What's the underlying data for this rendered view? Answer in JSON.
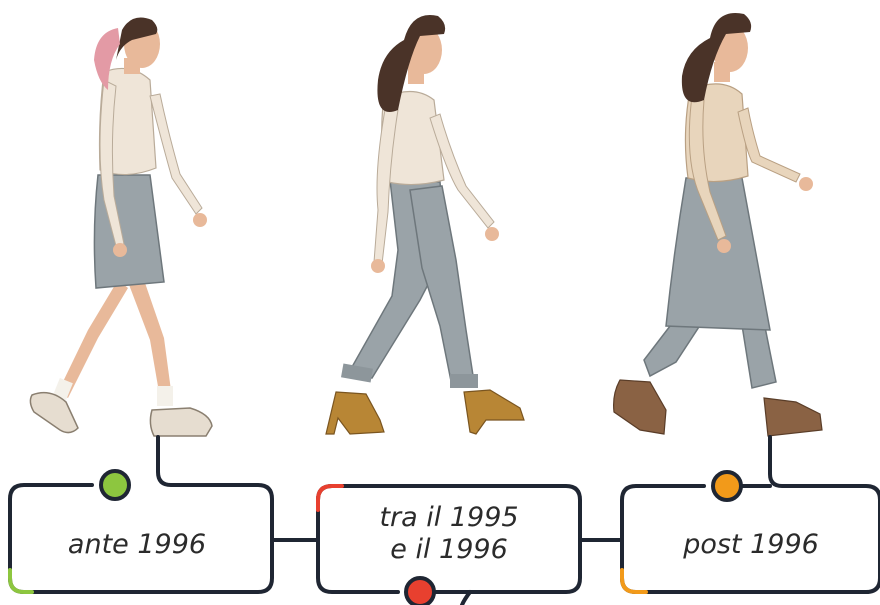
{
  "timeline": {
    "left": {
      "label": "ante 1996",
      "dot_color": "#8dc63f"
    },
    "middle": {
      "label_line1": "tra il 1995",
      "label_line2": "e il 1996",
      "dot_color": "#e8402f"
    },
    "right": {
      "label": "post 1996",
      "dot_color": "#f29a1a"
    }
  },
  "figures": [
    {
      "name": "woman-walking-denim-skirt-sneakers"
    },
    {
      "name": "woman-walking-jeans-heeled-boots"
    },
    {
      "name": "woman-walking-skirt-over-jeans-boots"
    }
  ],
  "colors": {
    "frame": "#1f2633",
    "sweater": "#efe5d8",
    "denim": "#9aa3a8",
    "skin": "#e8b99a"
  }
}
